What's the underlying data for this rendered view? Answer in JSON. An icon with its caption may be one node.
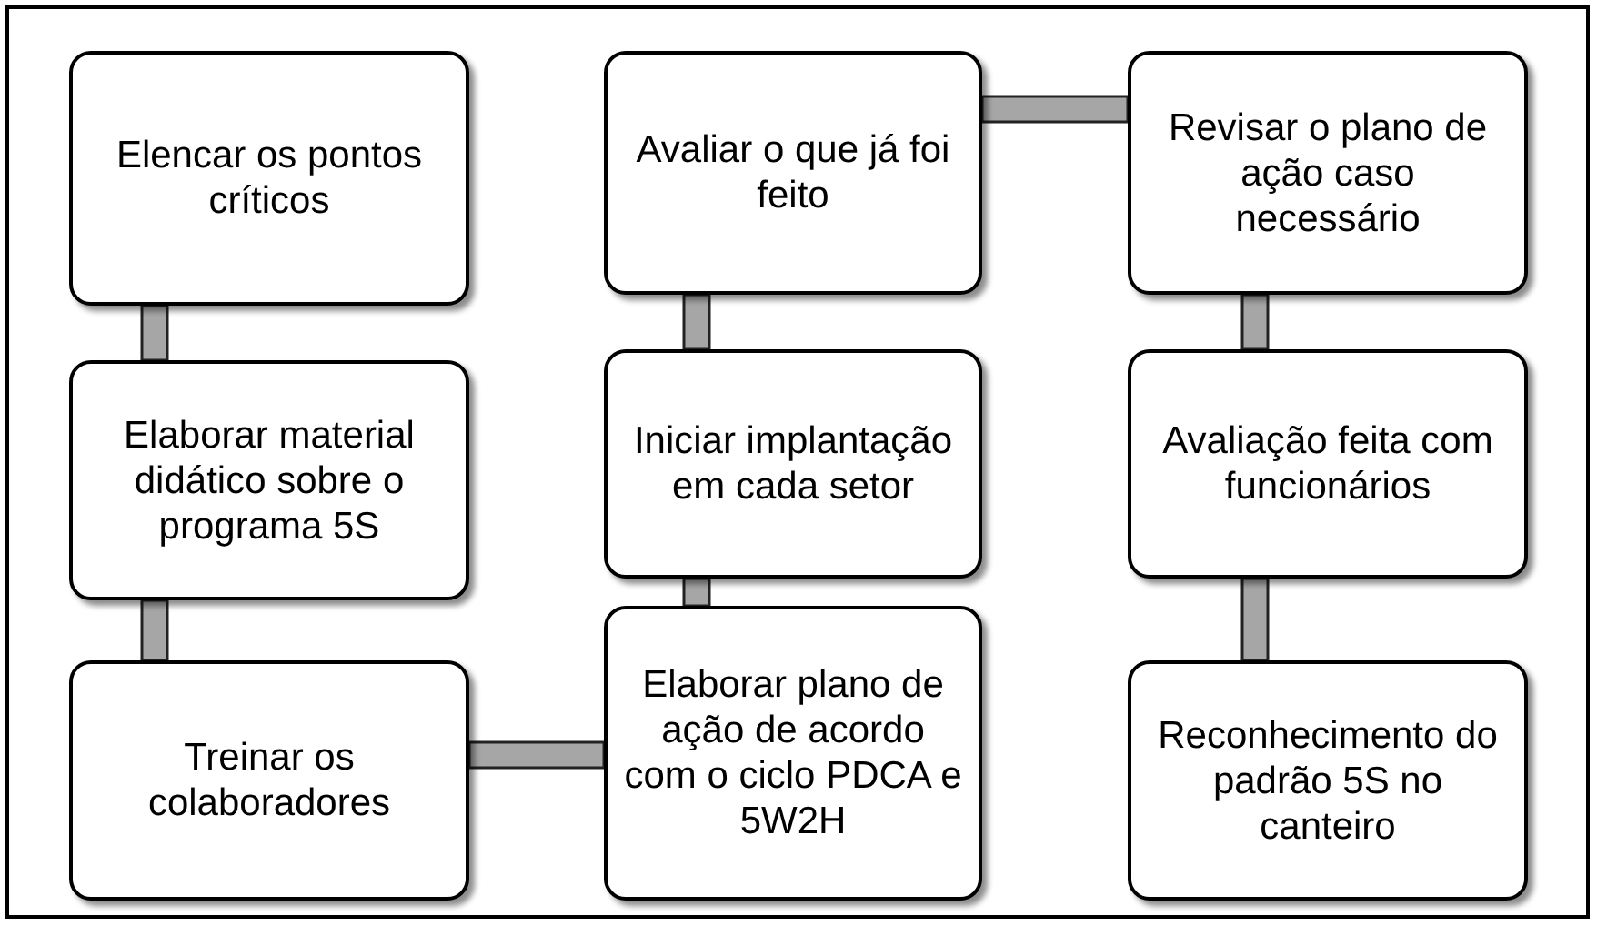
{
  "diagram": {
    "nodes": [
      {
        "text": [
          "Elencar os pontos críticos"
        ]
      },
      {
        "text": [
          "Elaborar material didático sobre o programa 5S"
        ]
      },
      {
        "text": [
          "Treinar os colaboradores"
        ]
      },
      {
        "text": [
          "Elaborar plano de ação de acordo com o ciclo PDCA e 5W2H"
        ]
      },
      {
        "text": [
          "Iniciar implantação em cada setor"
        ]
      },
      {
        "text": [
          "Avaliar o que já foi feito"
        ]
      },
      {
        "text": [
          "Revisar o plano de ação caso necessário"
        ]
      },
      {
        "text": [
          "Avaliação feita com funcionários"
        ]
      },
      {
        "text": [
          "Reconhecimento do padrão 5S no canteiro"
        ]
      }
    ],
    "edges": [
      {
        "from": 0,
        "to": 1,
        "arrow": "none",
        "style": "thick"
      },
      {
        "from": 1,
        "to": 2,
        "arrow": "none",
        "style": "thick"
      },
      {
        "from": 2,
        "to": 3,
        "arrow": "none",
        "style": "thick"
      },
      {
        "from": 3,
        "to": 4,
        "arrow": "none",
        "style": "thick"
      },
      {
        "from": 4,
        "to": 5,
        "arrow": "none",
        "style": "thick"
      },
      {
        "from": 5,
        "to": 6,
        "arrow": "none",
        "style": "thick"
      },
      {
        "from": 6,
        "to": 7,
        "arrow": "none",
        "style": "thick"
      },
      {
        "from": 7,
        "to": 8,
        "arrow": "none",
        "style": "thick"
      }
    ]
  }
}
